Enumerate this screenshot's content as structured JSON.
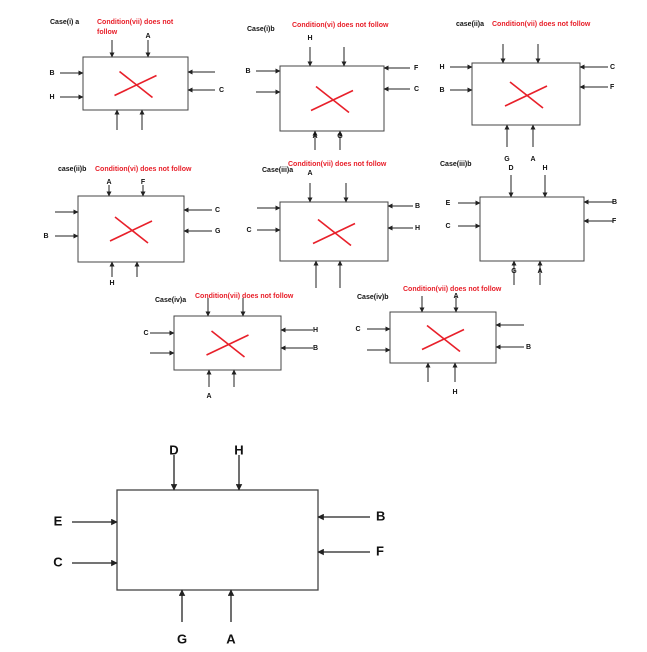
{
  "colors": {
    "cross": "#e8202a",
    "condition_text": "#e8202a",
    "lines": "#222222"
  },
  "cases": [
    {
      "title": "Case(i) a",
      "condition": [
        "Condition(vii) does not",
        "follow"
      ],
      "crossed": true,
      "top": [
        "",
        "A"
      ],
      "bottom": [
        "",
        ""
      ],
      "left": [
        "B",
        "H"
      ],
      "right": [
        "",
        "C"
      ]
    },
    {
      "title": "Case(i)b",
      "condition": [
        "Condition(vi) does not  follow"
      ],
      "crossed": true,
      "top": [
        "H",
        ""
      ],
      "bottom": [
        "A",
        "G"
      ],
      "left": [
        "B",
        ""
      ],
      "right": [
        "F",
        "C"
      ]
    },
    {
      "title": "case(ii)a",
      "condition": [
        "Condition(vii) does not  follow"
      ],
      "crossed": true,
      "top": [
        "",
        ""
      ],
      "bottom": [
        "G",
        "A"
      ],
      "left": [
        "H",
        "B"
      ],
      "right": [
        "C",
        "F"
      ]
    },
    {
      "title": "case(ii)b",
      "condition": [
        "Condition(vi) does not  follow"
      ],
      "crossed": true,
      "top": [
        "A",
        "F"
      ],
      "bottom": [
        "H",
        ""
      ],
      "left": [
        "",
        "B"
      ],
      "right": [
        "C",
        "G"
      ]
    },
    {
      "title": "Case(iii)a",
      "condition": [
        "Condition(vii) does not  follow"
      ],
      "crossed": true,
      "top": [
        "A",
        ""
      ],
      "bottom": [
        "",
        ""
      ],
      "left": [
        "",
        "C"
      ],
      "right": [
        "B",
        "H"
      ]
    },
    {
      "title": "Case(iii)b",
      "condition": [],
      "crossed": false,
      "top": [
        "D",
        "H"
      ],
      "bottom": [
        "G",
        "A"
      ],
      "left": [
        "E",
        "C"
      ],
      "right": [
        "B",
        "F"
      ]
    },
    {
      "title": "Case(iv)a",
      "condition": [
        "Condition(vii) does not  follow"
      ],
      "crossed": true,
      "top": [
        "",
        ""
      ],
      "bottom": [
        "A",
        ""
      ],
      "left": [
        "C",
        ""
      ],
      "right": [
        "H",
        "B"
      ]
    },
    {
      "title": "Case(iv)b",
      "condition": [
        "Condition(vii) does not  follow"
      ],
      "crossed": true,
      "top": [
        "",
        "A"
      ],
      "bottom": [
        "",
        "H"
      ],
      "left": [
        "C",
        ""
      ],
      "right": [
        "",
        "B"
      ]
    },
    {
      "title": "",
      "condition": [],
      "crossed": false,
      "top": [
        "D",
        "H"
      ],
      "bottom": [
        "G",
        "A"
      ],
      "left": [
        "E",
        "C"
      ],
      "right": [
        "B",
        "F"
      ]
    }
  ]
}
